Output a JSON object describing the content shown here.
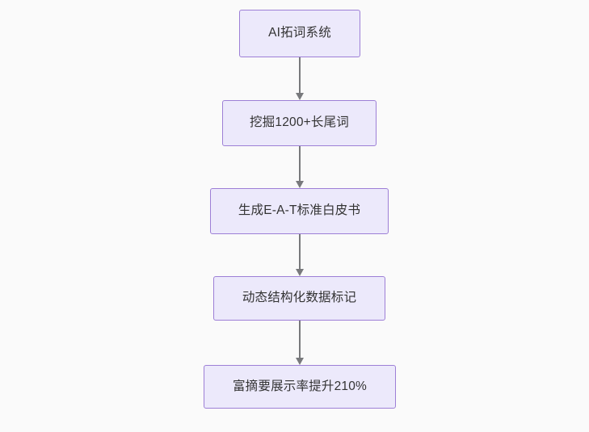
{
  "diagram": {
    "type": "flowchart",
    "direction": "top-to-bottom",
    "background_color": "#fafafa",
    "node_fill_color": "#ece9fb",
    "node_border_color": "#9d7fd6",
    "node_text_color": "#333333",
    "edge_color": "#78797c",
    "nodes": [
      {
        "id": "n0",
        "label": "AI拓词系统"
      },
      {
        "id": "n1",
        "label": "挖掘1200+长尾词"
      },
      {
        "id": "n2",
        "label": "生成E-A-T标准白皮书"
      },
      {
        "id": "n3",
        "label": "动态结构化数据标记"
      },
      {
        "id": "n4",
        "label": "富摘要展示率提升210%"
      }
    ],
    "edges": [
      {
        "id": "e0",
        "from": "n0",
        "to": "n1",
        "label": ""
      },
      {
        "id": "e1",
        "from": "n1",
        "to": "n2",
        "label": ""
      },
      {
        "id": "e2",
        "from": "n2",
        "to": "n3",
        "label": ""
      },
      {
        "id": "e3",
        "from": "n3",
        "to": "n4",
        "label": ""
      }
    ]
  }
}
